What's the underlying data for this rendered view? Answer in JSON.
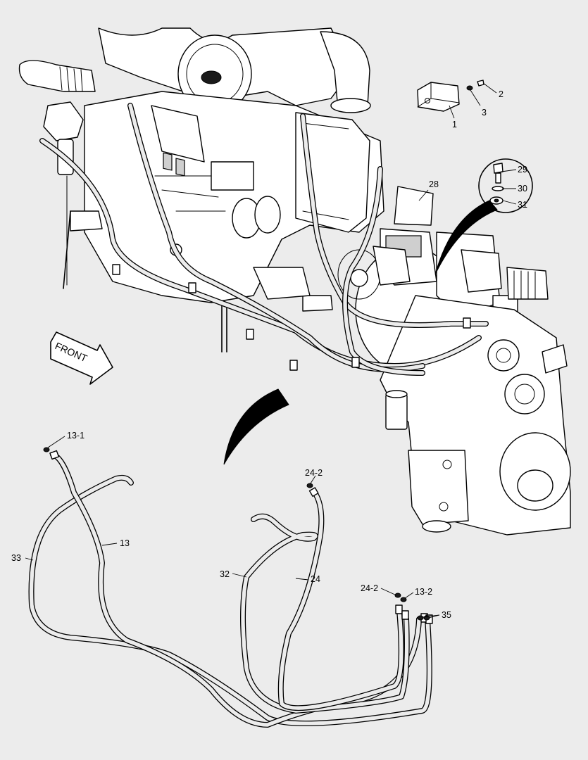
{
  "labels": {
    "p1": "1",
    "p2": "2",
    "p3": "3",
    "p28": "28",
    "p29": "29",
    "p30": "30",
    "p31": "31",
    "p13_1": "13-1",
    "p13": "13",
    "p33": "33",
    "p24_2_top": "24-2",
    "p32": "32",
    "p24": "24",
    "p24_2_bottom": "24-2",
    "p13_2": "13-2",
    "p35": "35"
  },
  "front_arrow": {
    "label": "FRONT"
  },
  "colors": {
    "background": "#ececec",
    "line": "#000000"
  }
}
